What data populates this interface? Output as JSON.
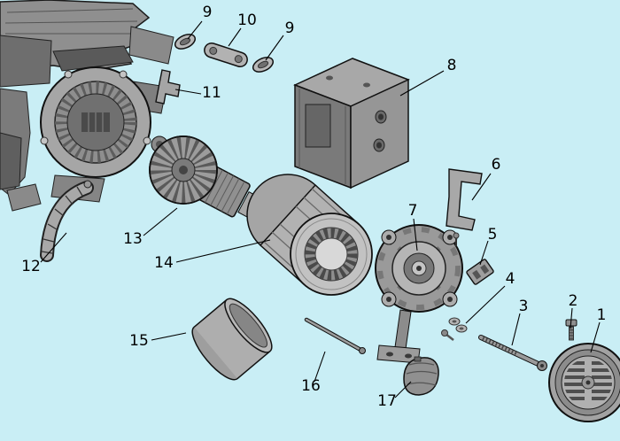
{
  "diagram": {
    "type": "exploded-parts-diagram",
    "background_color": "#c9eef5",
    "line_color": "#000000",
    "part_fill_colors": [
      "#7a7a7a",
      "#9a9a9a",
      "#b5b5b5",
      "#c2c2c2"
    ],
    "callouts": [
      {
        "label": "9"
      },
      {
        "label": "10"
      },
      {
        "label": "9"
      },
      {
        "label": "8"
      },
      {
        "label": "11"
      },
      {
        "label": "6"
      },
      {
        "label": "13"
      },
      {
        "label": "7"
      },
      {
        "label": "5"
      },
      {
        "label": "14"
      },
      {
        "label": "12"
      },
      {
        "label": "4"
      },
      {
        "label": "3"
      },
      {
        "label": "2"
      },
      {
        "label": "1"
      },
      {
        "label": "15"
      },
      {
        "label": "16"
      },
      {
        "label": "17"
      }
    ]
  }
}
